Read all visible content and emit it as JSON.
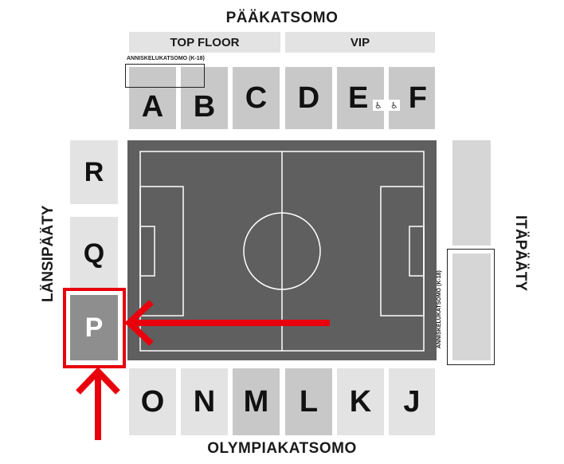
{
  "stands": {
    "main": "PÄÄKATSOMO",
    "bottom": "OLYMPIAKATSOMO",
    "west": "LÄNSIPÄÄTY",
    "east": "ITÄPÄÄTY"
  },
  "bars": {
    "top_floor": "TOP FLOOR",
    "vip": "VIP"
  },
  "annotations": {
    "alcohol_top": "ANNISKELUKATSOMO (K-18)",
    "alcohol_east": "ANNISKELUKATSOMO (K-18)"
  },
  "sections": {
    "top": [
      "A",
      "B",
      "C",
      "D",
      "E",
      "F"
    ],
    "bottom": [
      "O",
      "N",
      "M",
      "L",
      "K",
      "J"
    ],
    "west": [
      "R",
      "Q",
      "P"
    ],
    "highlighted": "P"
  },
  "icons": {
    "accessible": "♿"
  },
  "colors": {
    "field": "#5f5f5f",
    "section_light": "#e3e3e3",
    "section_mid": "#c8c8c8",
    "section_highlight": "#8e8e8e",
    "arrow": "#e8000d"
  }
}
